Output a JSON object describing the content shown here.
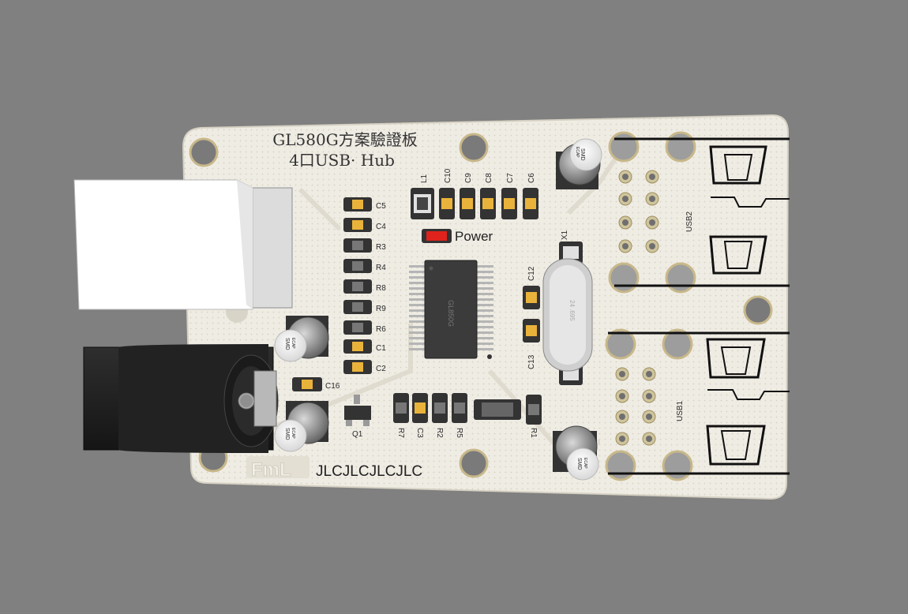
{
  "board": {
    "title_line1": "GL580G方案驗證板",
    "title_line2": "4口USB· Hub",
    "footer_text": "JLCJLCJLCJLC",
    "logo_text": "FmL",
    "power_label": "Power",
    "colors": {
      "background": "#808080",
      "pcb": "#efece4",
      "pad": "#e9b33b",
      "led": "#e0221c",
      "ic": "#3b3b3b"
    }
  },
  "components": {
    "left_column": [
      "C5",
      "C4",
      "R3",
      "R4",
      "R8",
      "R9",
      "R6",
      "C1",
      "C2"
    ],
    "top_row": [
      "L1",
      "C10",
      "C9",
      "C8",
      "C7",
      "C6"
    ],
    "bottom_row": [
      "R7",
      "C3",
      "R2",
      "R5",
      "R1"
    ],
    "crystal": "X1",
    "crystal_caps": [
      "C12",
      "C13"
    ],
    "misc": [
      "C16",
      "Q1"
    ],
    "usb_ports": [
      "USB2",
      "USB1"
    ],
    "ic_marking": "GL850G",
    "crystal_marking": "24 .695",
    "cap_marking_1": "SMD",
    "cap_marking_2": "ECAP"
  }
}
